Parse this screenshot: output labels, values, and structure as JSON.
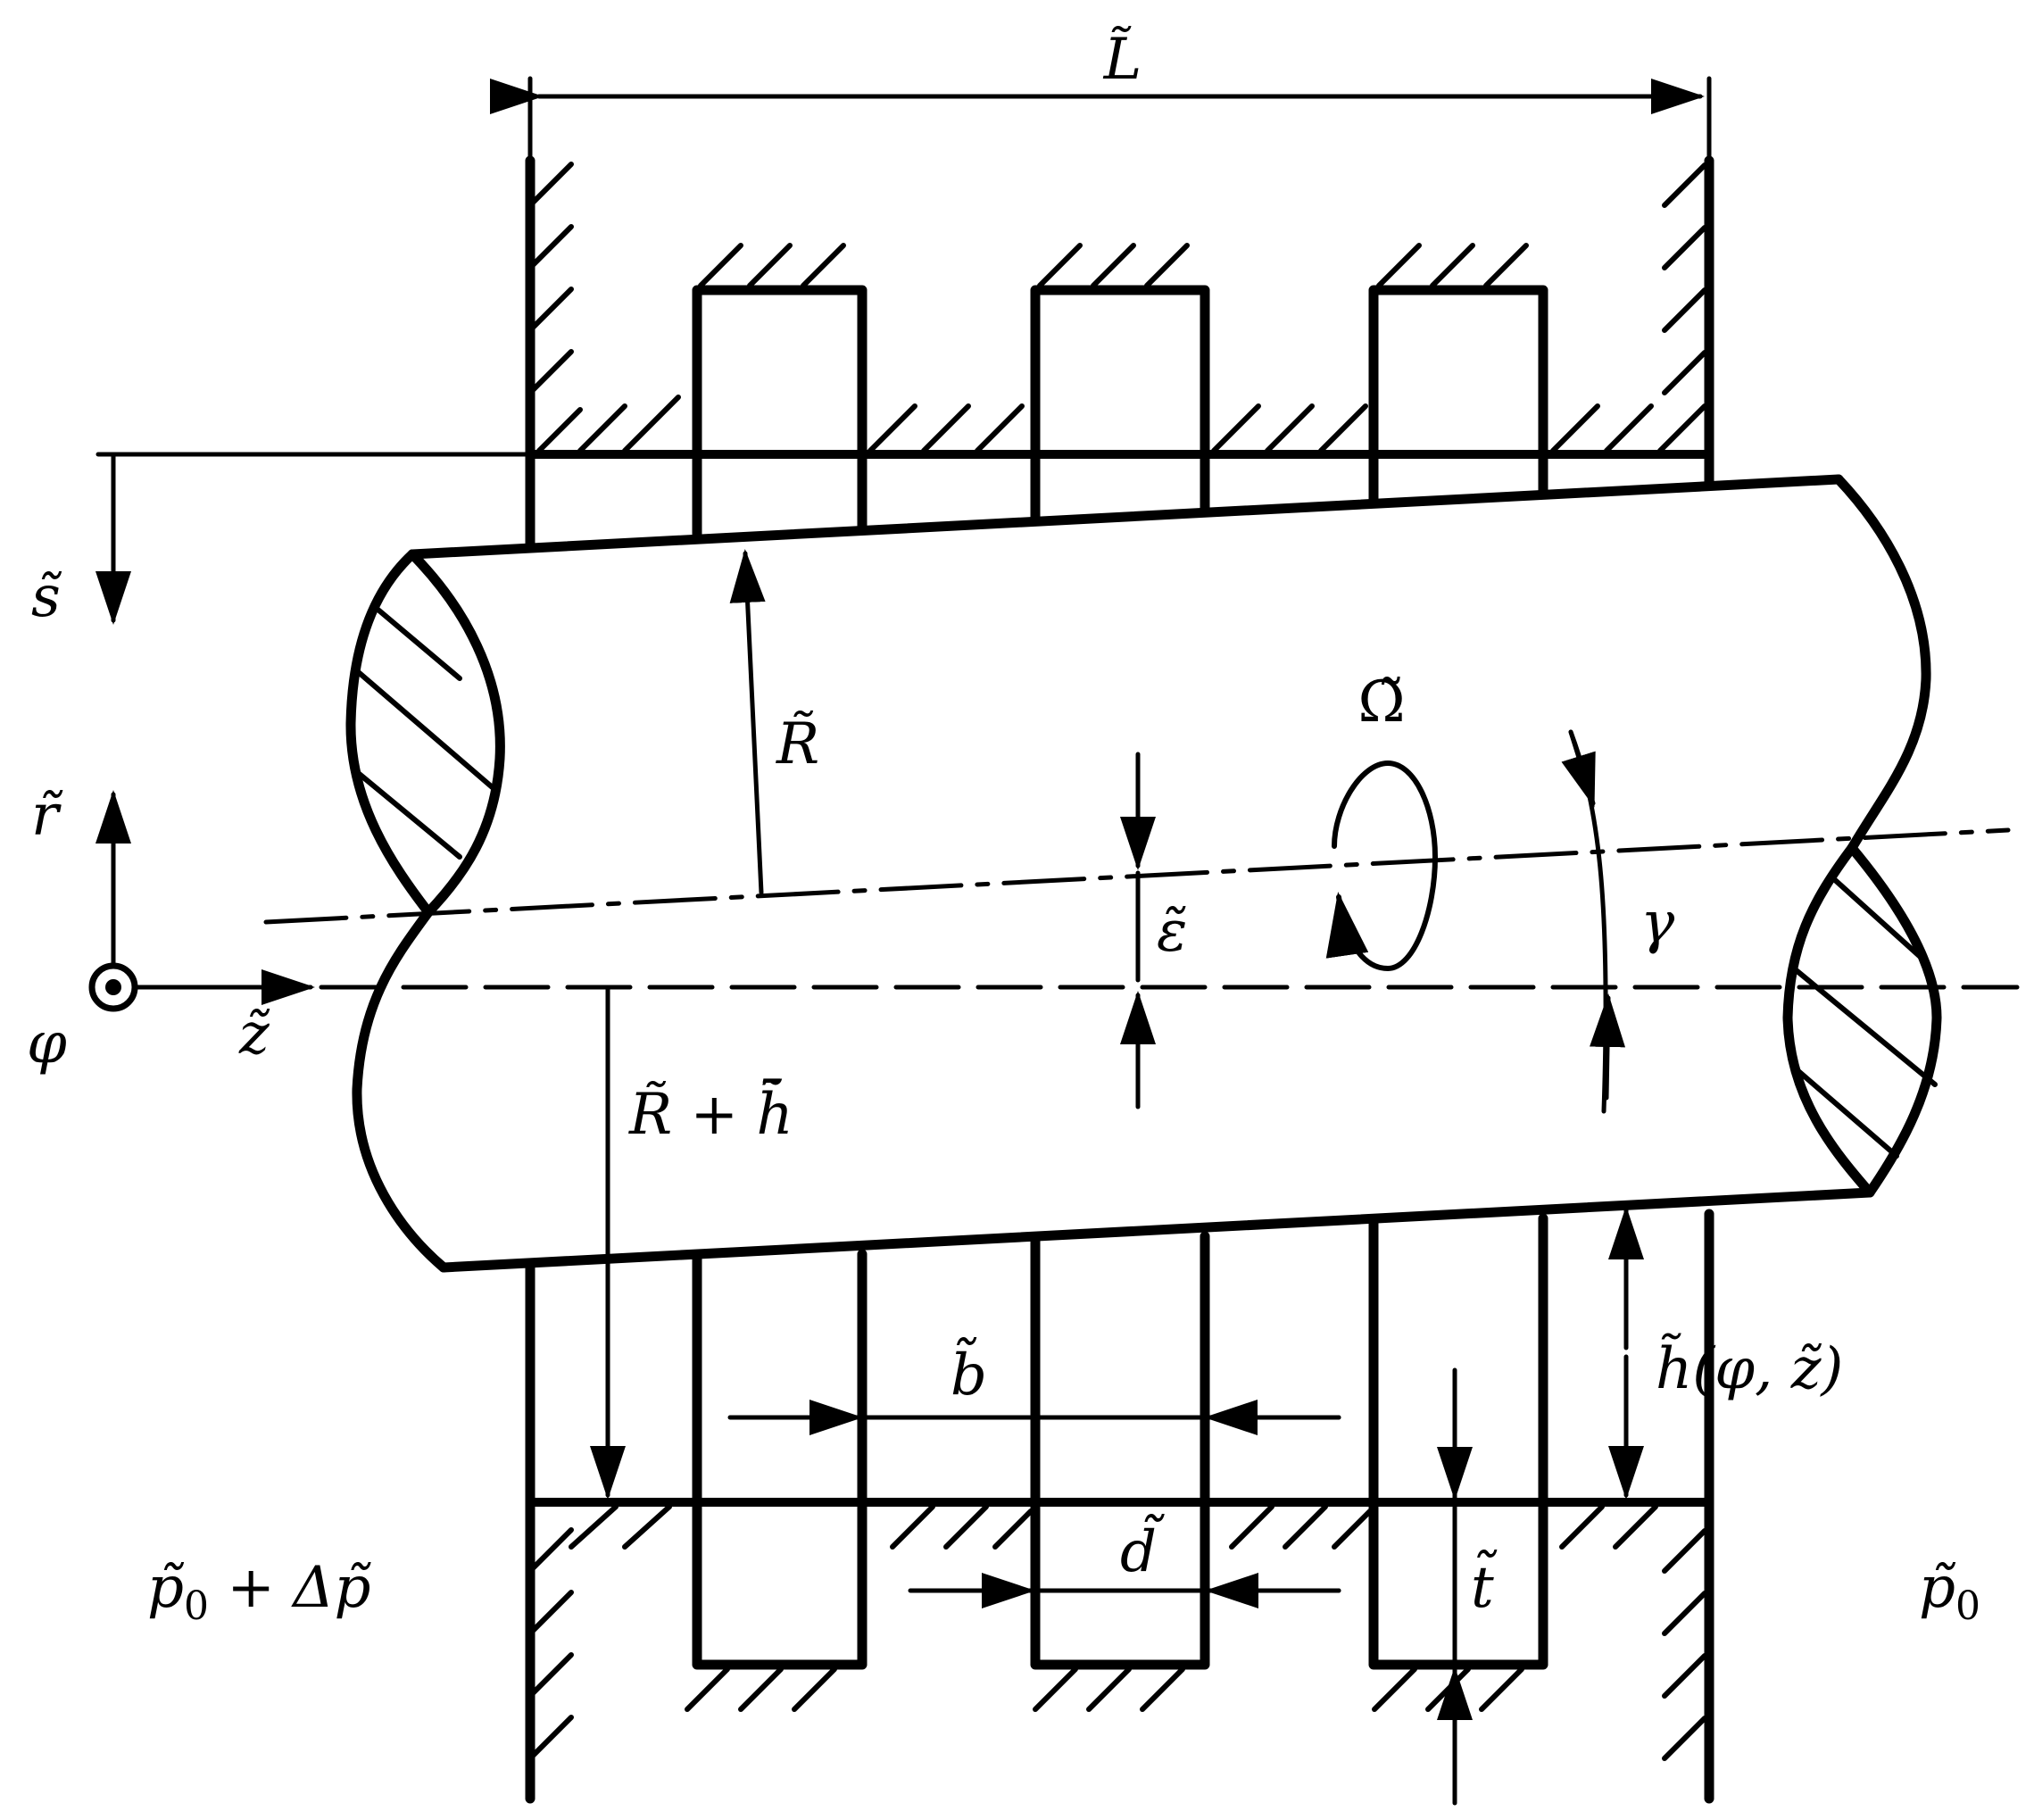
{
  "labels": {
    "length": "L̃",
    "shaft_radius": "R̃",
    "rotation": "Ω̃",
    "eccentricity": "ε̃",
    "tilt_angle": "γ",
    "radius_plus_clearance": "R̃ + h̃̄",
    "gap_function": "h̃(φ, z̃)",
    "tooth_width": "b̃",
    "groove_width": "d̃",
    "tooth_depth": "t̃",
    "axis_s": "s̃",
    "axis_r": "r̃",
    "axis_z": "z̃",
    "axis_phi": "φ",
    "pressure_left_base": "p̃",
    "pressure_left_sub": "0",
    "pressure_left_rest": " + Δp̃",
    "pressure_right_base": "p̃",
    "pressure_right_sub": "0"
  },
  "colors": {
    "ink": "#000000",
    "background": "#ffffff"
  }
}
